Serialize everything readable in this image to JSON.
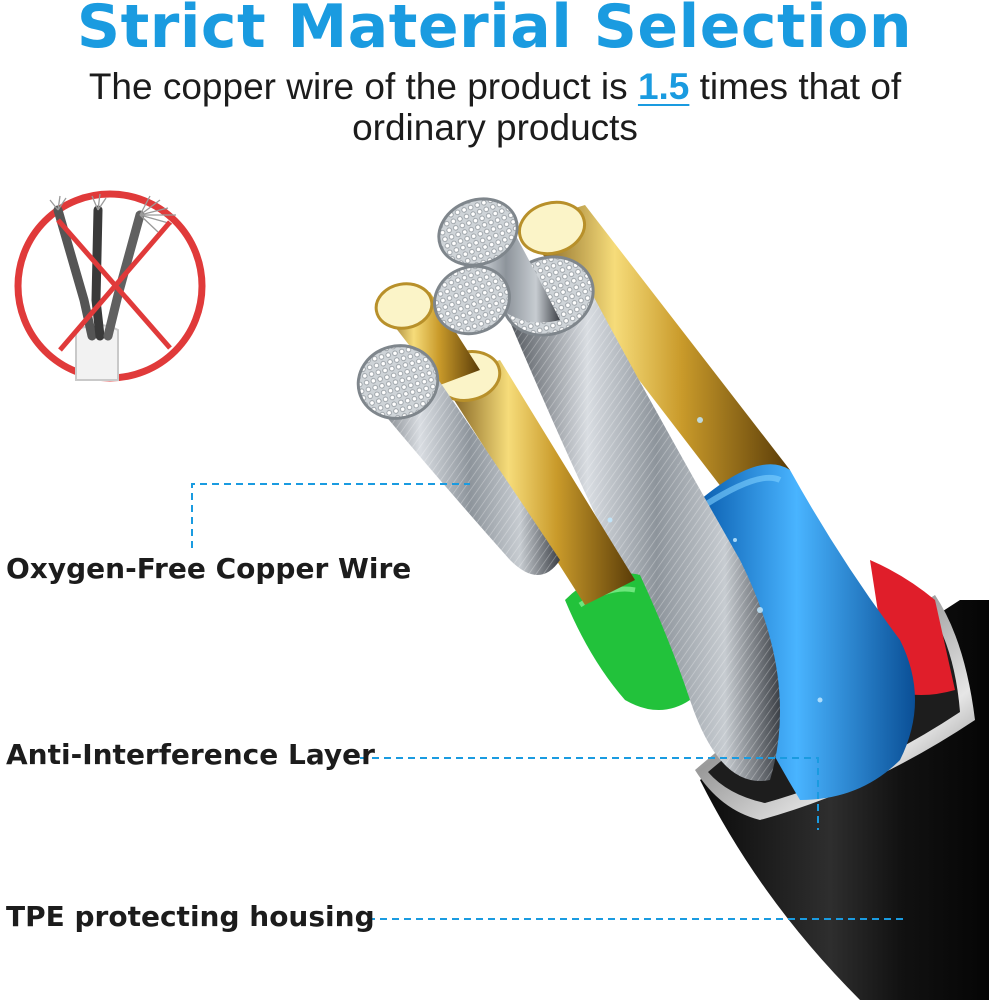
{
  "title": "Strict Material Selection",
  "subtitle": {
    "before": "The copper wire of the product is ",
    "highlight": "1.5",
    "after": " times that of",
    "line2": "ordinary products"
  },
  "labels": {
    "copper": "Oxygen-Free Copper Wire",
    "shield": "Anti-Interference Layer",
    "housing": "TPE protecting housing"
  },
  "colors": {
    "accent": "#1a9be0",
    "text": "#1c1c1c",
    "prohibited": "#e03a3a",
    "wire_green": "#22c23b",
    "wire_blue": "#1e8fe6",
    "wire_red": "#e01e2a",
    "gold": "#d9b23a",
    "jacket": "#151515"
  },
  "icons": {
    "prohibited": "ordinary-wire-prohibited-icon"
  }
}
